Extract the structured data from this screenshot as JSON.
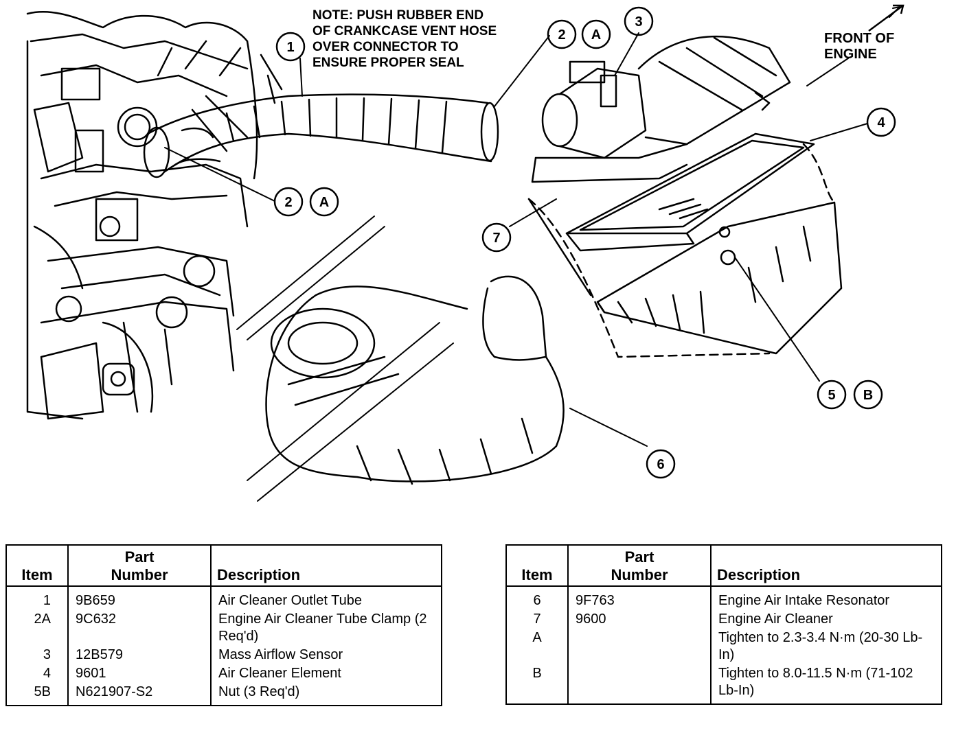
{
  "diagram": {
    "note_lines": [
      "NOTE: PUSH RUBBER END",
      "OF CRANKCASE VENT HOSE",
      "OVER CONNECTOR TO",
      "ENSURE PROPER SEAL"
    ],
    "front_lines": [
      "FRONT OF",
      "ENGINE"
    ],
    "callouts": {
      "c1": "1",
      "c2_top": "2",
      "cA_top": "A",
      "c3": "3",
      "c4": "4",
      "c2_mid": "2",
      "cA_mid": "A",
      "c7": "7",
      "c5": "5",
      "cB": "B",
      "c6": "6"
    }
  },
  "tables": {
    "headers": {
      "item": "Item",
      "part_line1": "Part",
      "part_line2": "Number",
      "description": "Description"
    },
    "left_rows": [
      {
        "item": "1",
        "part": "9B659",
        "desc": "Air Cleaner Outlet Tube"
      },
      {
        "item": "2A",
        "part": "9C632",
        "desc": "Engine Air Cleaner Tube Clamp (2 Req'd)"
      },
      {
        "item": "3",
        "part": "12B579",
        "desc": "Mass Airflow Sensor"
      },
      {
        "item": "4",
        "part": "9601",
        "desc": "Air Cleaner Element"
      },
      {
        "item": "5B",
        "part": "N621907-S2",
        "desc": "Nut (3 Req'd)"
      }
    ],
    "right_rows": [
      {
        "item": "6",
        "part": "9F763",
        "desc": "Engine Air Intake Resonator"
      },
      {
        "item": "7",
        "part": "9600",
        "desc": "Engine Air Cleaner"
      },
      {
        "item": "A",
        "part": "",
        "desc": "Tighten to 2.3-3.4 N·m (20-30 Lb-In)"
      },
      {
        "item": "B",
        "part": "",
        "desc": "Tighten to 8.0-11.5 N·m (71-102 Lb-In)"
      }
    ]
  }
}
